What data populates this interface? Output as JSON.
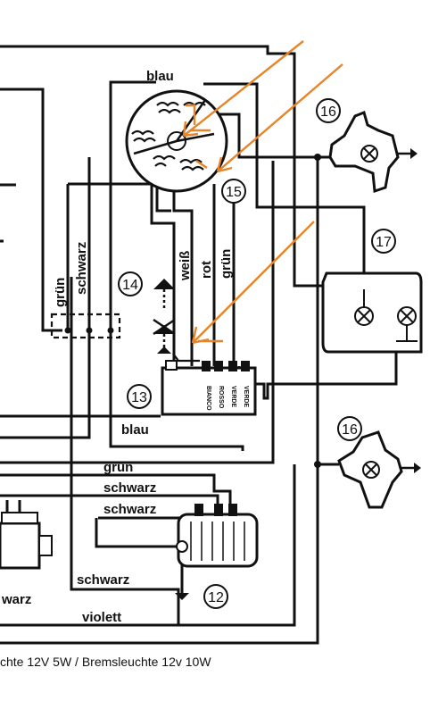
{
  "labels": {
    "blau_top": "blau",
    "gruen_left": "grün",
    "schwarz_left": "schwarz",
    "weiss": "weiß",
    "rot": "rot",
    "gruen_right": "grün",
    "blau_mid": "blau",
    "gruen_bottom": "grün",
    "schwarz_1": "schwarz",
    "schwarz_2": "schwarz",
    "schwarz_3": "schwarz",
    "schwarz_partial": "warz",
    "violett": "violett"
  },
  "components": {
    "c12": "12",
    "c13": "13",
    "c14": "14",
    "c15": "15",
    "c16a": "16",
    "c16b": "16",
    "c17": "17"
  },
  "terminal_text": {
    "t1": "BIANCO",
    "t2": "ROSSO",
    "t3": "VERDE",
    "t4": "VERDE"
  },
  "caption": "chte 12V 5W / Bremsleuchte 12v 10W",
  "colors": {
    "wire": "#111111",
    "highlight": "#e8842a"
  }
}
